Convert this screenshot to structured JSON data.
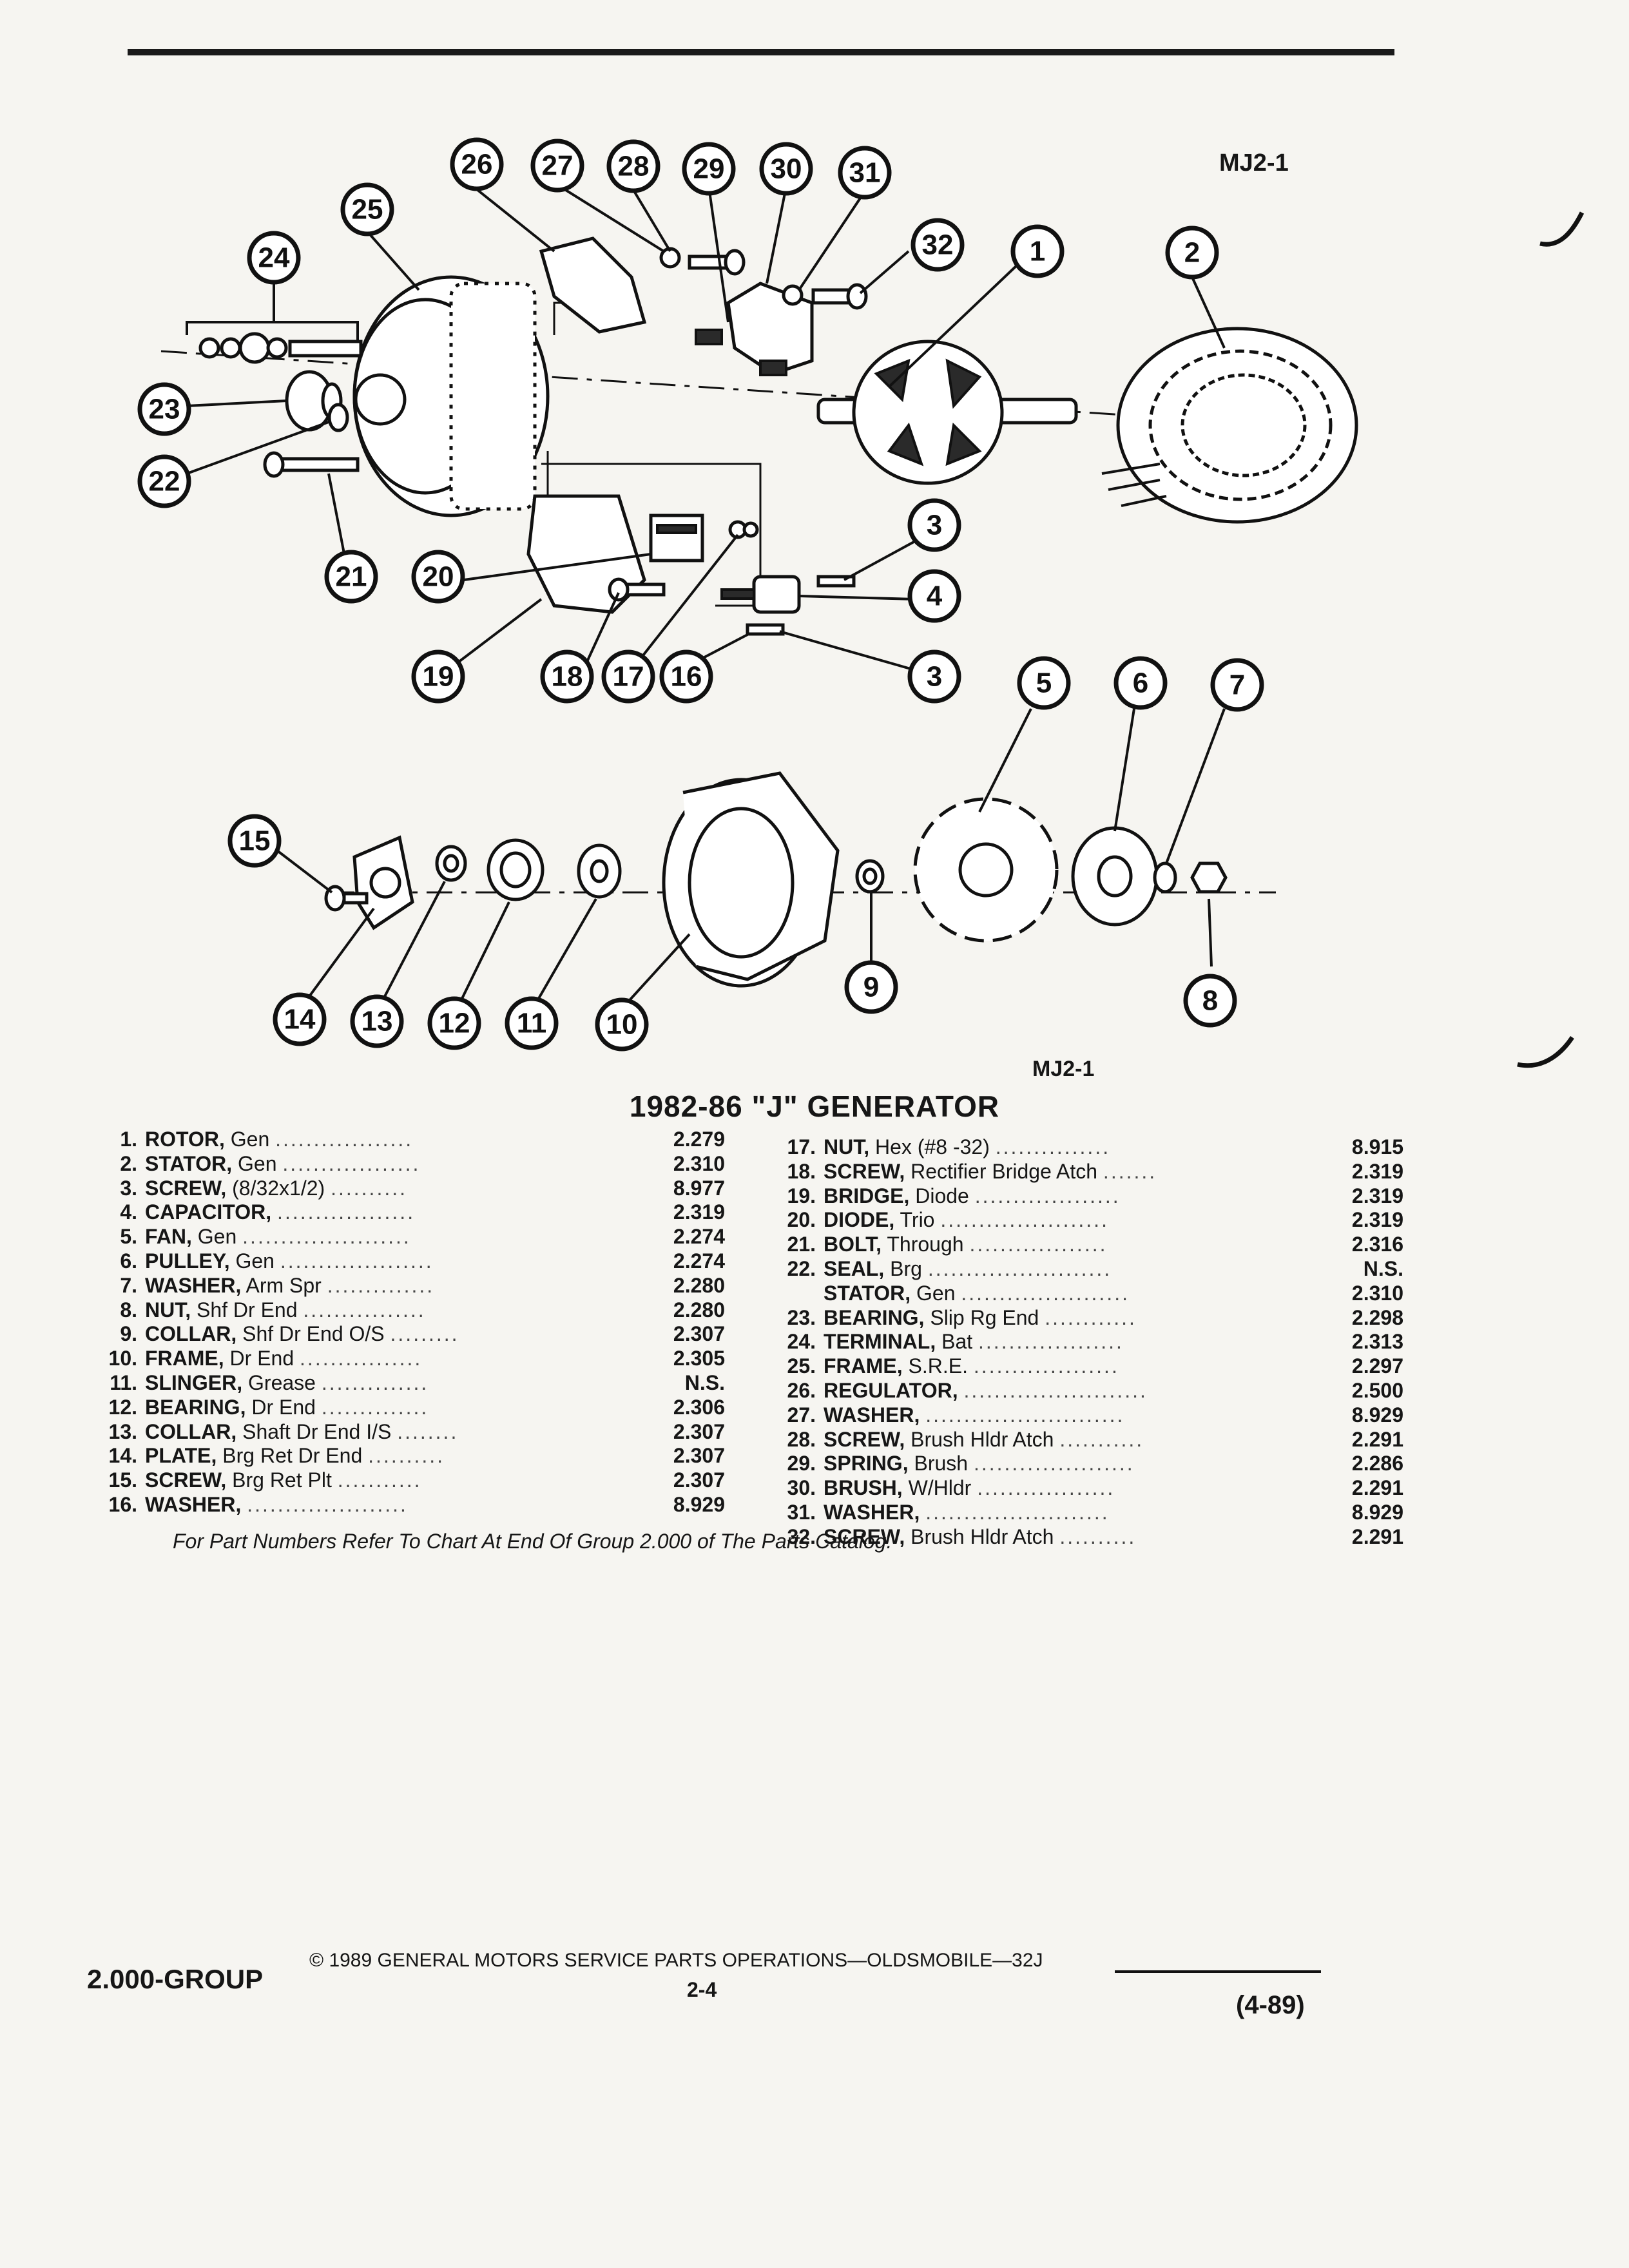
{
  "figure_code_top": "MJ2-1",
  "figure_code_bottom": "MJ2-1",
  "title": "1982-86 \"J\" GENERATOR",
  "callouts": [
    "1",
    "2",
    "3",
    "4",
    "5",
    "6",
    "7",
    "8",
    "9",
    "10",
    "11",
    "12",
    "13",
    "14",
    "15",
    "16",
    "17",
    "18",
    "19",
    "20",
    "21",
    "22",
    "23",
    "24",
    "25",
    "26",
    "27",
    "28",
    "29",
    "30",
    "31",
    "32"
  ],
  "parts_left": [
    {
      "num": "1.",
      "name": "ROTOR,",
      "desc": "Gen",
      "group": "2.279"
    },
    {
      "num": "2.",
      "name": "STATOR,",
      "desc": "Gen",
      "group": "2.310"
    },
    {
      "num": "3.",
      "name": "SCREW,",
      "desc": "(8/32x1/2)",
      "group": "8.977"
    },
    {
      "num": "4.",
      "name": "CAPACITOR,",
      "desc": "",
      "group": "2.319"
    },
    {
      "num": "5.",
      "name": "FAN,",
      "desc": "Gen",
      "group": "2.274"
    },
    {
      "num": "6.",
      "name": "PULLEY,",
      "desc": "Gen",
      "group": "2.274"
    },
    {
      "num": "7.",
      "name": "WASHER,",
      "desc": "Arm Spr",
      "group": "2.280"
    },
    {
      "num": "8.",
      "name": "NUT,",
      "desc": "Shf Dr End",
      "group": "2.280"
    },
    {
      "num": "9.",
      "name": "COLLAR,",
      "desc": "Shf Dr End O/S",
      "group": "2.307"
    },
    {
      "num": "10.",
      "name": "FRAME,",
      "desc": "Dr End",
      "group": "2.305"
    },
    {
      "num": "11.",
      "name": "SLINGER,",
      "desc": "Grease",
      "group": "N.S."
    },
    {
      "num": "12.",
      "name": "BEARING,",
      "desc": "Dr End",
      "group": "2.306"
    },
    {
      "num": "13.",
      "name": "COLLAR,",
      "desc": "Shaft Dr End I/S",
      "group": "2.307"
    },
    {
      "num": "14.",
      "name": "PLATE,",
      "desc": "Brg Ret Dr End",
      "group": "2.307"
    },
    {
      "num": "15.",
      "name": "SCREW,",
      "desc": "Brg Ret Plt",
      "group": "2.307"
    },
    {
      "num": "16.",
      "name": "WASHER,",
      "desc": "",
      "group": "8.929"
    }
  ],
  "parts_right": [
    {
      "num": "17.",
      "name": "NUT,",
      "desc": "Hex (#8 -32)",
      "group": "8.915"
    },
    {
      "num": "18.",
      "name": "SCREW,",
      "desc": "Rectifier Bridge Atch",
      "group": "2.319"
    },
    {
      "num": "19.",
      "name": "BRIDGE,",
      "desc": "Diode",
      "group": "2.319"
    },
    {
      "num": "20.",
      "name": "DIODE,",
      "desc": "Trio",
      "group": "2.319"
    },
    {
      "num": "21.",
      "name": "BOLT,",
      "desc": "Through",
      "group": "2.316"
    },
    {
      "num": "22.",
      "name": "SEAL,",
      "desc": "Brg",
      "group": "N.S."
    },
    {
      "num": "",
      "name": "STATOR,",
      "desc": "Gen",
      "group": "2.310"
    },
    {
      "num": "23.",
      "name": "BEARING,",
      "desc": "Slip Rg End",
      "group": "2.298"
    },
    {
      "num": "24.",
      "name": "TERMINAL,",
      "desc": "Bat",
      "group": "2.313"
    },
    {
      "num": "25.",
      "name": "FRAME,",
      "desc": "S.R.E.",
      "group": "2.297"
    },
    {
      "num": "26.",
      "name": "REGULATOR,",
      "desc": "",
      "group": "2.500"
    },
    {
      "num": "27.",
      "name": "WASHER,",
      "desc": "",
      "group": "8.929"
    },
    {
      "num": "28.",
      "name": "SCREW,",
      "desc": "Brush Hldr Atch",
      "group": "2.291"
    },
    {
      "num": "29.",
      "name": "SPRING,",
      "desc": "Brush",
      "group": "2.286"
    },
    {
      "num": "30.",
      "name": "BRUSH,",
      "desc": "W/Hldr",
      "group": "2.291"
    },
    {
      "num": "31.",
      "name": "WASHER,",
      "desc": "",
      "group": "8.929"
    },
    {
      "num": "32.",
      "name": "SCREW,",
      "desc": "Brush Hldr Atch",
      "group": "2.291"
    }
  ],
  "note": "For Part Numbers Refer To Chart At End Of Group 2.000 of The Parts Catalog.",
  "footer": {
    "group": "2.000-GROUP",
    "copyright": "© 1989 GENERAL MOTORS SERVICE PARTS OPERATIONS—OLDSMOBILE—32J",
    "page": "2-4",
    "date": "(4-89)"
  }
}
